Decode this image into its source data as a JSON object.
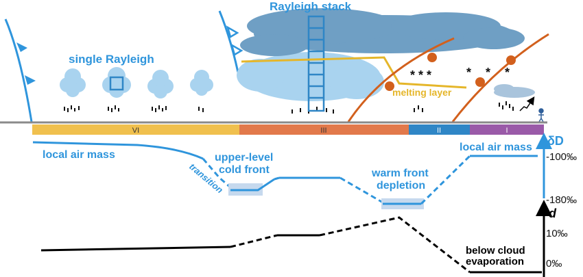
{
  "labels": {
    "single_rayleigh": "single Rayleigh",
    "rayleigh_stack": "Rayleigh stack",
    "melting_layer": "melting layer",
    "local_air_mass_left": "local air mass",
    "transition": "transition",
    "upper_level_cold_front_1": "upper-level",
    "upper_level_cold_front_2": "cold front",
    "warm_front_depletion_1": "warm front",
    "warm_front_depletion_2": "depletion",
    "local_air_mass_right": "local air mass",
    "below_cloud_1": "below cloud",
    "below_cloud_2": "evaporation"
  },
  "snow_marks": "* * *",
  "sectors": [
    {
      "label": "VI",
      "color": "#f0c04e"
    },
    {
      "label": "III",
      "color": "#e2794b"
    },
    {
      "label": "II",
      "color": "#2f86c6"
    },
    {
      "label": "I",
      "color": "#9a5aa8"
    }
  ],
  "axes": {
    "dD": {
      "name": "δD",
      "ticks": [
        "-100‰",
        "-180‰"
      ]
    },
    "d": {
      "name": "d",
      "ticks": [
        "10‰",
        "0‰"
      ]
    }
  },
  "colors": {
    "isotope_line": "#2f95dc",
    "excess_line": "#000000",
    "front_line": "#d2601d",
    "melting_layer": "#e5b62a",
    "cloud_dark": "#6f9fc4",
    "cloud_light": "#a9d3ef",
    "ground": "#8a8a8a"
  }
}
